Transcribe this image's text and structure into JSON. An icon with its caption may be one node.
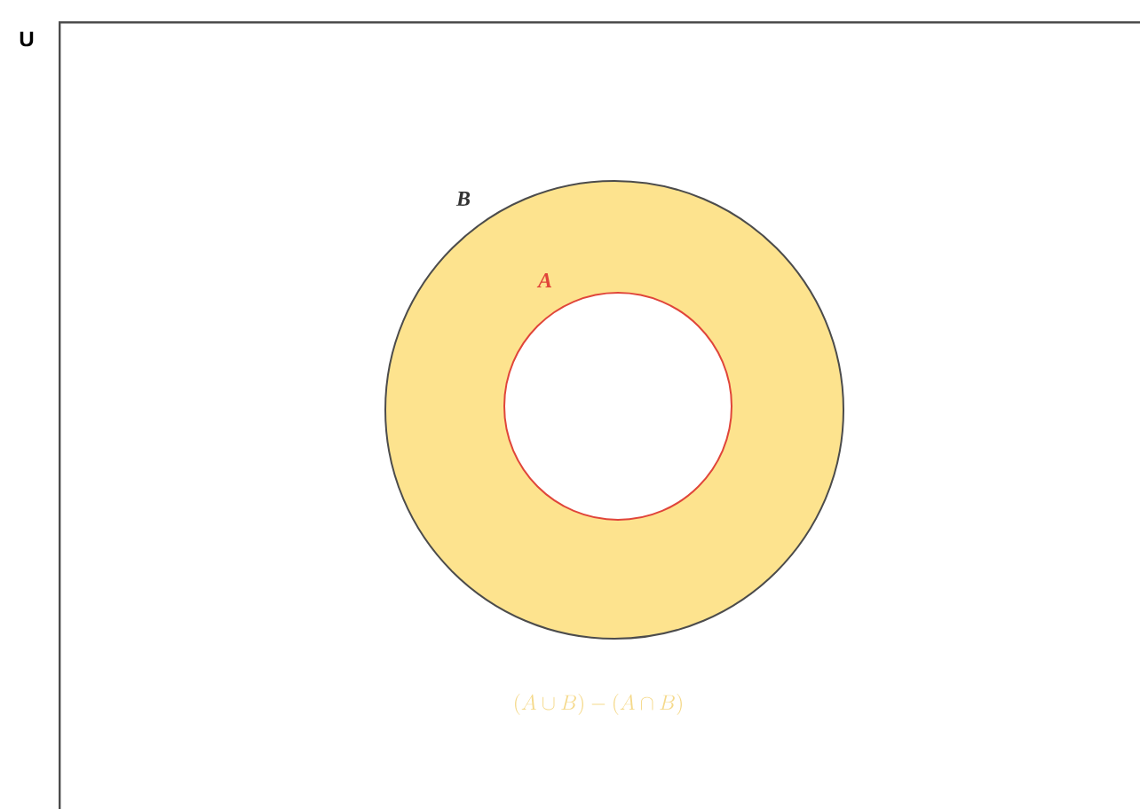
{
  "diagram": {
    "nodes": [
      {
        "text": [
          "U"
        ]
      },
      {
        "text": [
          "B"
        ],
        "in": 0
      },
      {
        "text": [
          "A"
        ],
        "in": 1
      }
    ],
    "labels": [
      "(A \\cup B) - (A \\cap B)"
    ]
  }
}
